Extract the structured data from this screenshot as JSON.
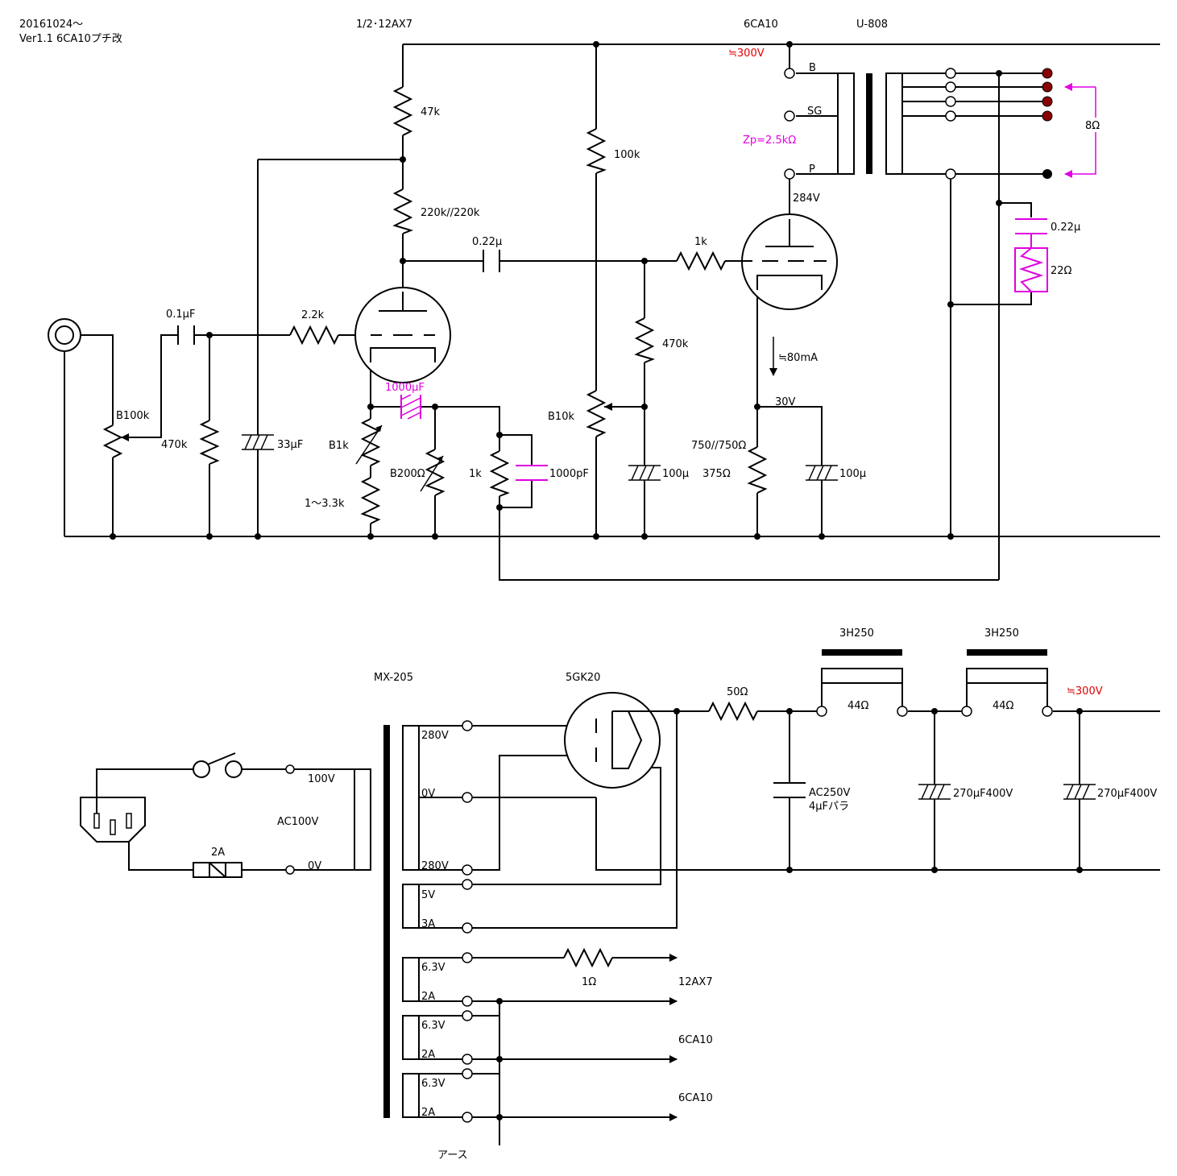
{
  "header": {
    "date": "20161024～",
    "version": "Ver1.1 6CA10プチ改"
  },
  "amp": {
    "v1_label": "1/2･12AX7",
    "v2_label": "6CA10",
    "ot_label": "U-808",
    "b_plus": "≒300V",
    "ot_taps": {
      "b": "B",
      "sg": "SG",
      "p": "P"
    },
    "zp": "Zp=2.5kΩ",
    "speaker": "8Ω",
    "zobel_c": "0.22μ",
    "zobel_r": "22Ω",
    "plate_v": "284V",
    "cathode_current": "≒80mA",
    "cathode_v": "30V",
    "r_47k": "47k",
    "r_220k": "220k//220k",
    "c_coupling": "0.22μ",
    "r_grid_stop": "1k",
    "r_100k": "100k",
    "r_470k_bias": "470k",
    "vr_b10k": "B10k",
    "c_100u_a": "100μ",
    "r_750": "750//750Ω",
    "r_375": "375Ω",
    "c_100u_b": "100μ",
    "c_input": "0.1μF",
    "r_2k2": "2.2k",
    "vr_b100k": "B100k",
    "r_470k_in": "470k",
    "c_33u": "33μF",
    "vr_b1k": "B1k",
    "r_1_3k3": "1～3.3k",
    "c_1000u": "1000μF",
    "vr_b200": "B200Ω",
    "r_1k_fb": "1k",
    "c_1000p": "1000pF"
  },
  "psu": {
    "tx_label": "MX-205",
    "rect_label": "5GK20",
    "choke1": "3H250",
    "choke2": "3H250",
    "choke_r1": "44Ω",
    "choke_r2": "44Ω",
    "b_plus": "≒300V",
    "r_50": "50Ω",
    "c_film_1": "AC250V",
    "c_film_2": "4μFパラ",
    "c_elec_1": "270μF400V",
    "c_elec_2": "270μF400V",
    "fuse": "2A",
    "mains": "AC100V",
    "pri_100": "100V",
    "pri_0": "0V",
    "sec_280a": "280V",
    "sec_0": "0V",
    "sec_280b": "280V",
    "fil_5v": "5V",
    "fil_3a": "3A",
    "h1_v": "6.3V",
    "h1_a": "2A",
    "h2_v": "6.3V",
    "h2_a": "2A",
    "h3_v": "6.3V",
    "h3_a": "2A",
    "r_1ohm": "1Ω",
    "h1_dest": "12AX7",
    "h2_dest": "6CA10",
    "h3_dest": "6CA10",
    "earth": "アース"
  },
  "colors": {
    "wire": "#000000",
    "voltage": "#e00000",
    "mod": "#e000e0",
    "terminal": "#8b0000"
  }
}
